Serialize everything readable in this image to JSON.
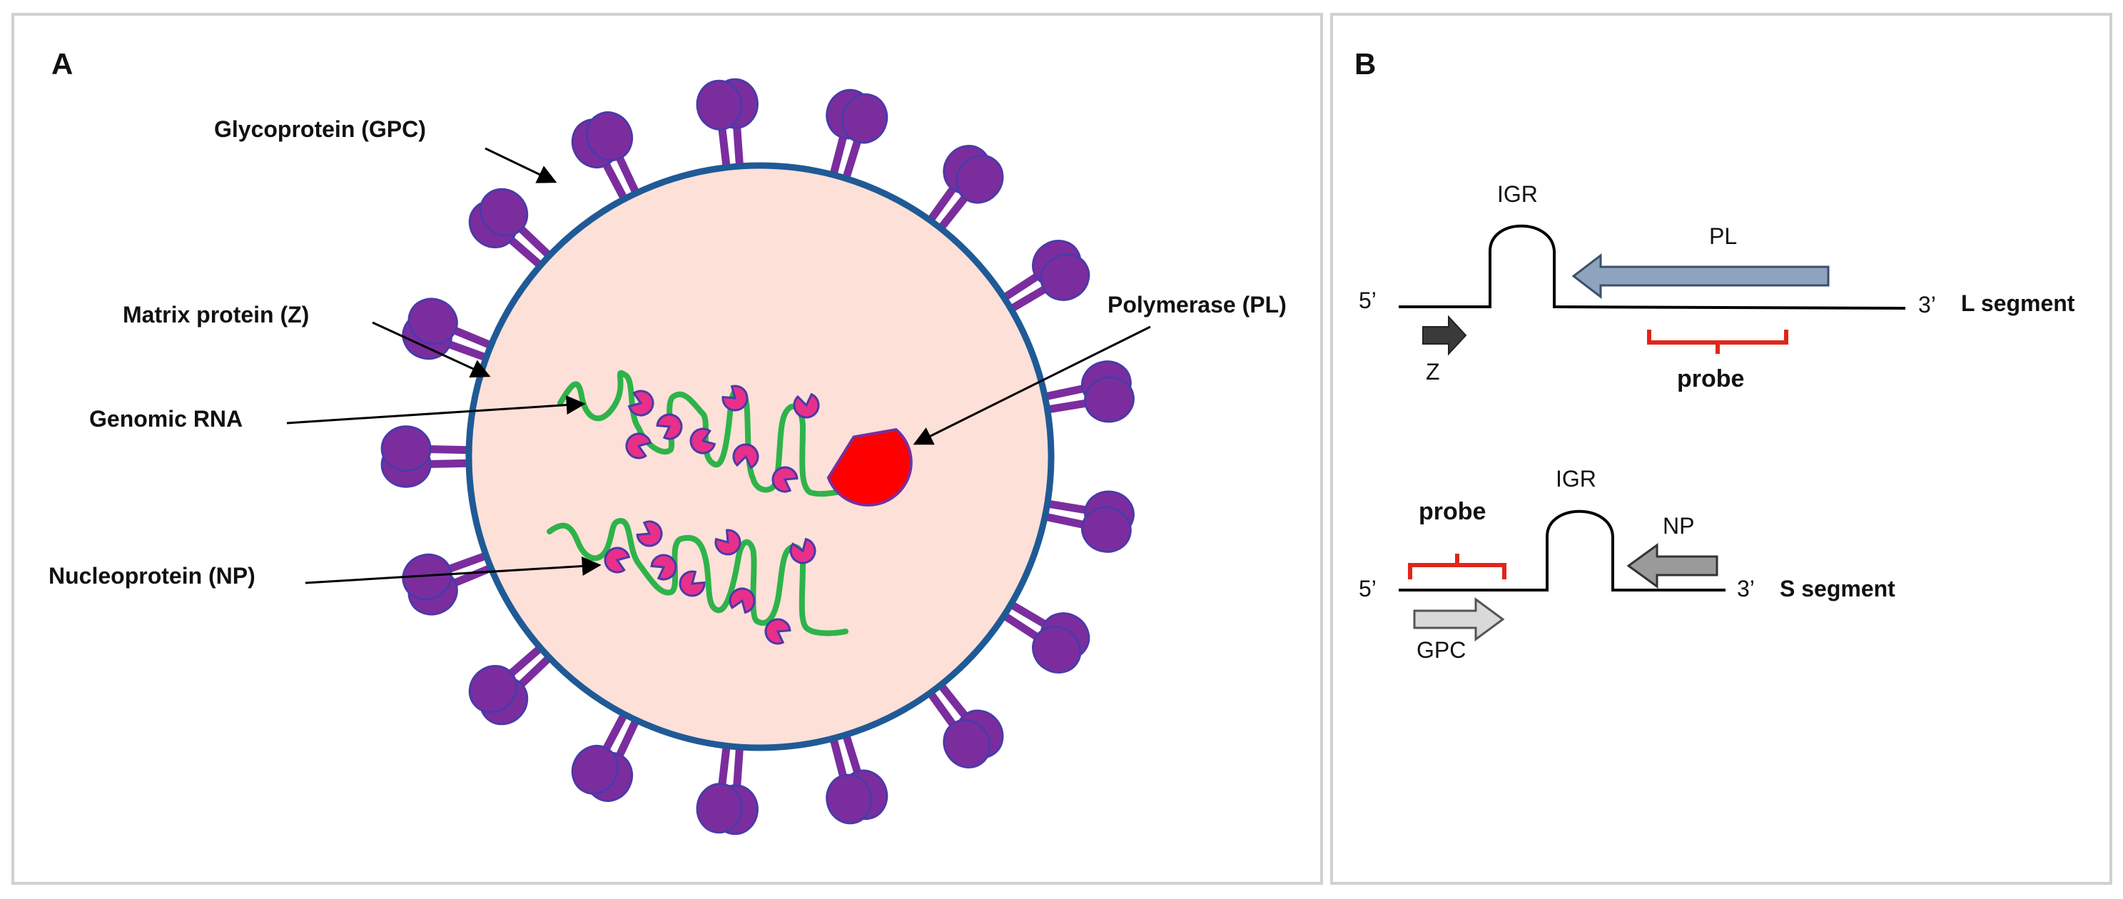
{
  "panel_a": {
    "letter": "A",
    "labels": {
      "glycoprotein": "Glycoprotein (GPC)",
      "matrix": "Matrix protein (Z)",
      "genomic_rna": "Genomic RNA",
      "nucleoprotein": "Nucleoprotein (NP)",
      "polymerase": "Polymerase (PL)"
    }
  },
  "panel_b": {
    "letter": "B",
    "l_segment": {
      "five_prime": "5’",
      "three_prime": "3’",
      "name": "L segment",
      "igr": "IGR",
      "pl": "PL",
      "z": "Z",
      "probe": "probe"
    },
    "s_segment": {
      "five_prime": "5’",
      "three_prime": "3’",
      "name": "S segment",
      "igr": "IGR",
      "np": "NP",
      "gpc": "GPC",
      "probe": "probe"
    }
  },
  "colors": {
    "virion_fill": "#fde0d8",
    "envelope": "#1f5a96",
    "spike": "#7b2d9e",
    "spike_stroke": "#4b3aa8",
    "rna": "#2eb34a",
    "np": "#e8308a",
    "polymerase": "#ff0000",
    "probe": "#e0261a",
    "pl_arrow": "#8ea3bd",
    "z_arrow": "#3a3a3a",
    "np_arrow": "#9a9a9a",
    "gpc_arrow": "#d9d9d9"
  }
}
